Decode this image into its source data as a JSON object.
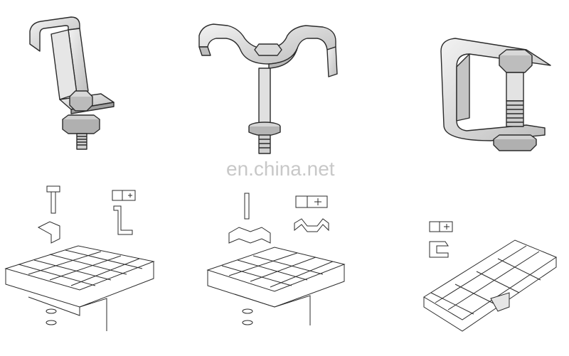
{
  "watermark": "en.china.net",
  "colors": {
    "metal_fill": "#dedede",
    "metal_dark": "#a9a9a9",
    "line": "#2b2b2b",
    "background": "#ffffff",
    "watermark": "#c8c8c8"
  },
  "figures": [
    {
      "name": "clip-type-1",
      "parts": [
        "j-hook-clamp",
        "hex-bolt",
        "nut"
      ]
    },
    {
      "name": "clip-type-2",
      "parts": [
        "saddle-clamp",
        "hex-bolt",
        "washer",
        "nut"
      ]
    },
    {
      "name": "clip-type-3",
      "parts": [
        "c-clamp",
        "hex-bolt",
        "washer",
        "nut"
      ]
    }
  ]
}
